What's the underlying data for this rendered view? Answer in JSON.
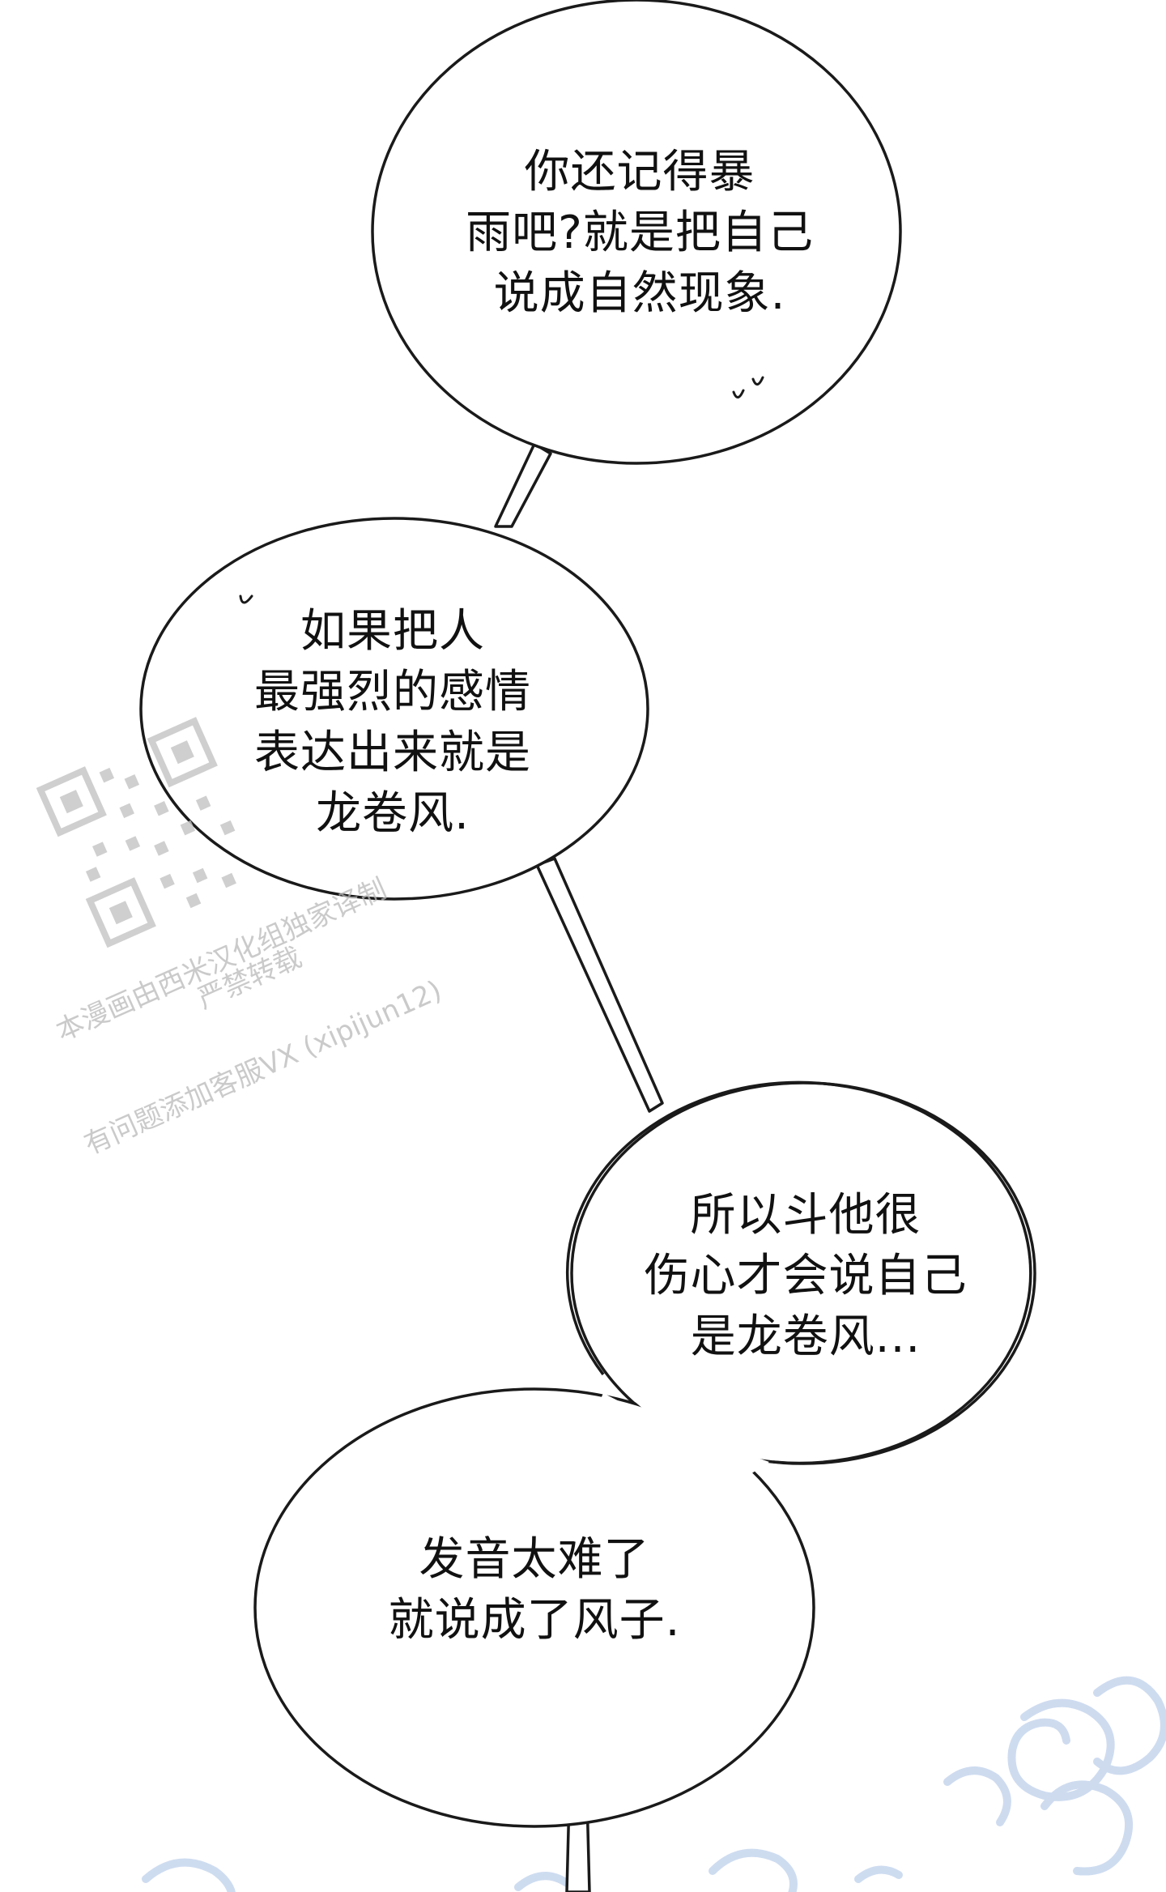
{
  "bubbles": [
    {
      "lines": [
        "你还记得暴",
        "雨吧?就是把自己",
        "说成自然现象."
      ]
    },
    {
      "lines": [
        "如果把人",
        "最强烈的感情",
        "表达出来就是",
        "龙卷风."
      ]
    },
    {
      "lines": [
        "所以斗他很",
        "伤心才会说自己",
        "是龙卷风..."
      ]
    },
    {
      "lines": [
        "发音太难了",
        "就说成了风子."
      ]
    }
  ],
  "watermark": {
    "line1": "本漫画由西米汉化组独家译制",
    "line2": "严禁转载",
    "line3": "有问题添加客服VX (xipijun12)"
  },
  "colors": {
    "ink": "#111111",
    "background": "#ffffff",
    "swirl": "#c9d8ee",
    "watermark": "#b9b9b9"
  }
}
